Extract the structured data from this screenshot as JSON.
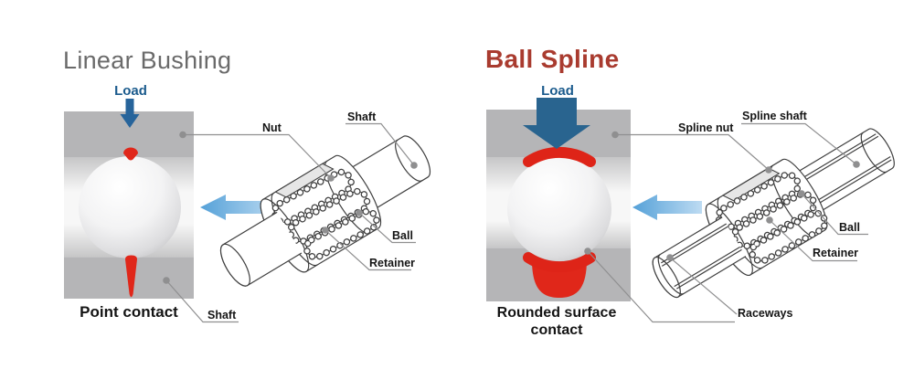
{
  "left_panel": {
    "title": "Linear Bushing",
    "load": "Load",
    "caption": "Point contact",
    "labels": {
      "nut": "Nut",
      "shaft_top": "Shaft",
      "ball": "Ball",
      "retainer": "Retainer",
      "shaft_bottom": "Shaft"
    }
  },
  "right_panel": {
    "title": "Ball Spline",
    "load": "Load",
    "caption": "Rounded surface\ncontact",
    "labels": {
      "spline_nut": "Spline nut",
      "spline_shaft": "Spline shaft",
      "ball": "Ball",
      "retainer": "Retainer",
      "raceways": "Raceways"
    }
  },
  "colors": {
    "title_gray": "#6a6a6a",
    "title_red": "#a93b2f",
    "load_arrow_blue": "#27649b",
    "contact_red": "#e0271a",
    "motion_arrow_blue": "#63a9dc",
    "housing_gray": "#b5b5b7",
    "leader_gray": "#8f8f90"
  }
}
